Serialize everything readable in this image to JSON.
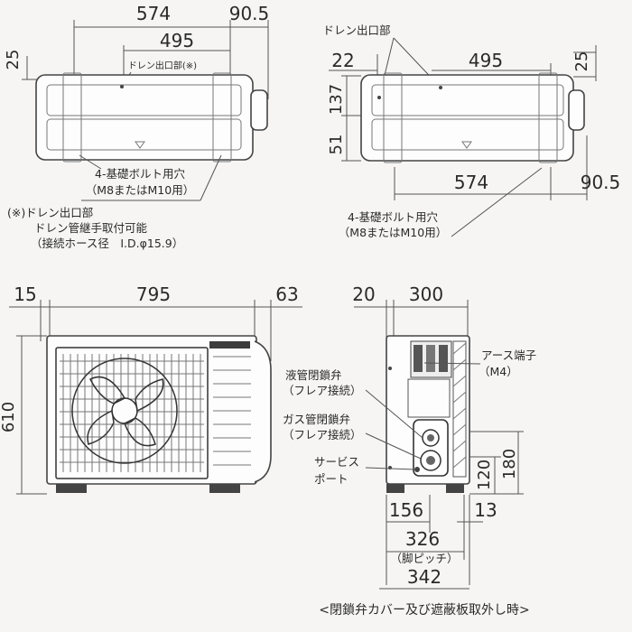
{
  "top_left_view": {
    "dim_574": "574",
    "dim_90_5": "90.5",
    "dim_495": "495",
    "dim_25": "25",
    "drain_label": "ドレン出口部(※)",
    "bolt_label_1": "4-基礎ボルト用穴",
    "bolt_label_2": "（M8またはM10用）"
  },
  "note": {
    "line1": "(※)ドレン出口部",
    "line2": "ドレン管継手取付可能",
    "line3": "（接続ホース径　I.D.φ15.9）"
  },
  "top_right_view": {
    "drain_label": "ドレン出口部",
    "dim_22": "22",
    "dim_495": "495",
    "dim_25": "25",
    "dim_137": "137",
    "dim_51": "51",
    "dim_574": "574",
    "dim_90_5": "90.5",
    "bolt_label_1": "4-基礎ボルト用穴",
    "bolt_label_2": "（M8またはM10用）"
  },
  "front_view": {
    "dim_15": "15",
    "dim_795": "795",
    "dim_63": "63",
    "dim_610": "610"
  },
  "side_view": {
    "dim_20": "20",
    "dim_300": "300",
    "earth_label_1": "アース端子",
    "earth_label_2": "（M4）",
    "liquid_valve_1": "液管閉鎖弁",
    "liquid_valve_2": "（フレア接続）",
    "gas_valve_1": "ガス管閉鎖弁",
    "gas_valve_2": "（フレア接続）",
    "service_1": "サービス",
    "service_2": "ポート",
    "dim_120": "120",
    "dim_180": "180",
    "dim_156": "156",
    "dim_13": "13",
    "dim_326": "326",
    "leg_pitch": "（脚ピッチ）",
    "dim_342": "342",
    "caption": "<閉鎖弁カバー及び遮蔽板取外し時>"
  }
}
